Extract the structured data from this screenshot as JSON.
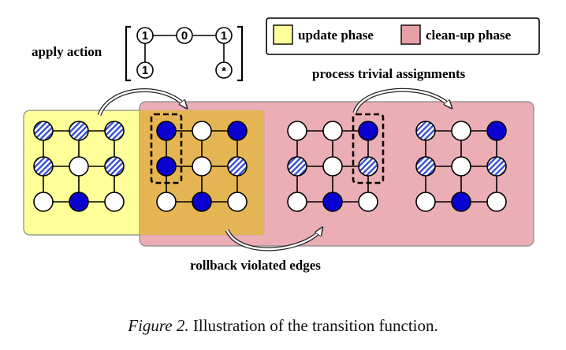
{
  "action_label": "apply action",
  "action_nodes": {
    "top": [
      "1",
      "0",
      "1"
    ],
    "bottom": [
      "1",
      "*"
    ]
  },
  "legend": {
    "update_label": "update phase",
    "cleanup_label": "clean-up phase",
    "update_color": "#ffff99",
    "cleanup_color": "#e8a0a8"
  },
  "arrow_labels": {
    "process": "process trivial assignments",
    "rollback": "rollback violated edges"
  },
  "caption": {
    "figure": "Figure 2.",
    "text": " Illustration of the transition function."
  },
  "colors": {
    "filled": "#0a00d0",
    "hatched": "#3850d0",
    "empty": "#ffffff"
  },
  "grids": [
    {
      "cells": [
        "h",
        "h",
        "h",
        "h",
        "w",
        "h",
        "w",
        "b",
        "w"
      ],
      "highlight": null
    },
    {
      "cells": [
        "b",
        "w",
        "b",
        "b",
        "w",
        "h",
        "w",
        "b",
        "w"
      ],
      "highlight": "col0-top2"
    },
    {
      "cells": [
        "w",
        "w",
        "b",
        "h",
        "w",
        "h",
        "w",
        "b",
        "w"
      ],
      "highlight": "col2-top2"
    },
    {
      "cells": [
        "h",
        "w",
        "b",
        "h",
        "w",
        "h",
        "w",
        "b",
        "w"
      ],
      "highlight": null
    }
  ]
}
